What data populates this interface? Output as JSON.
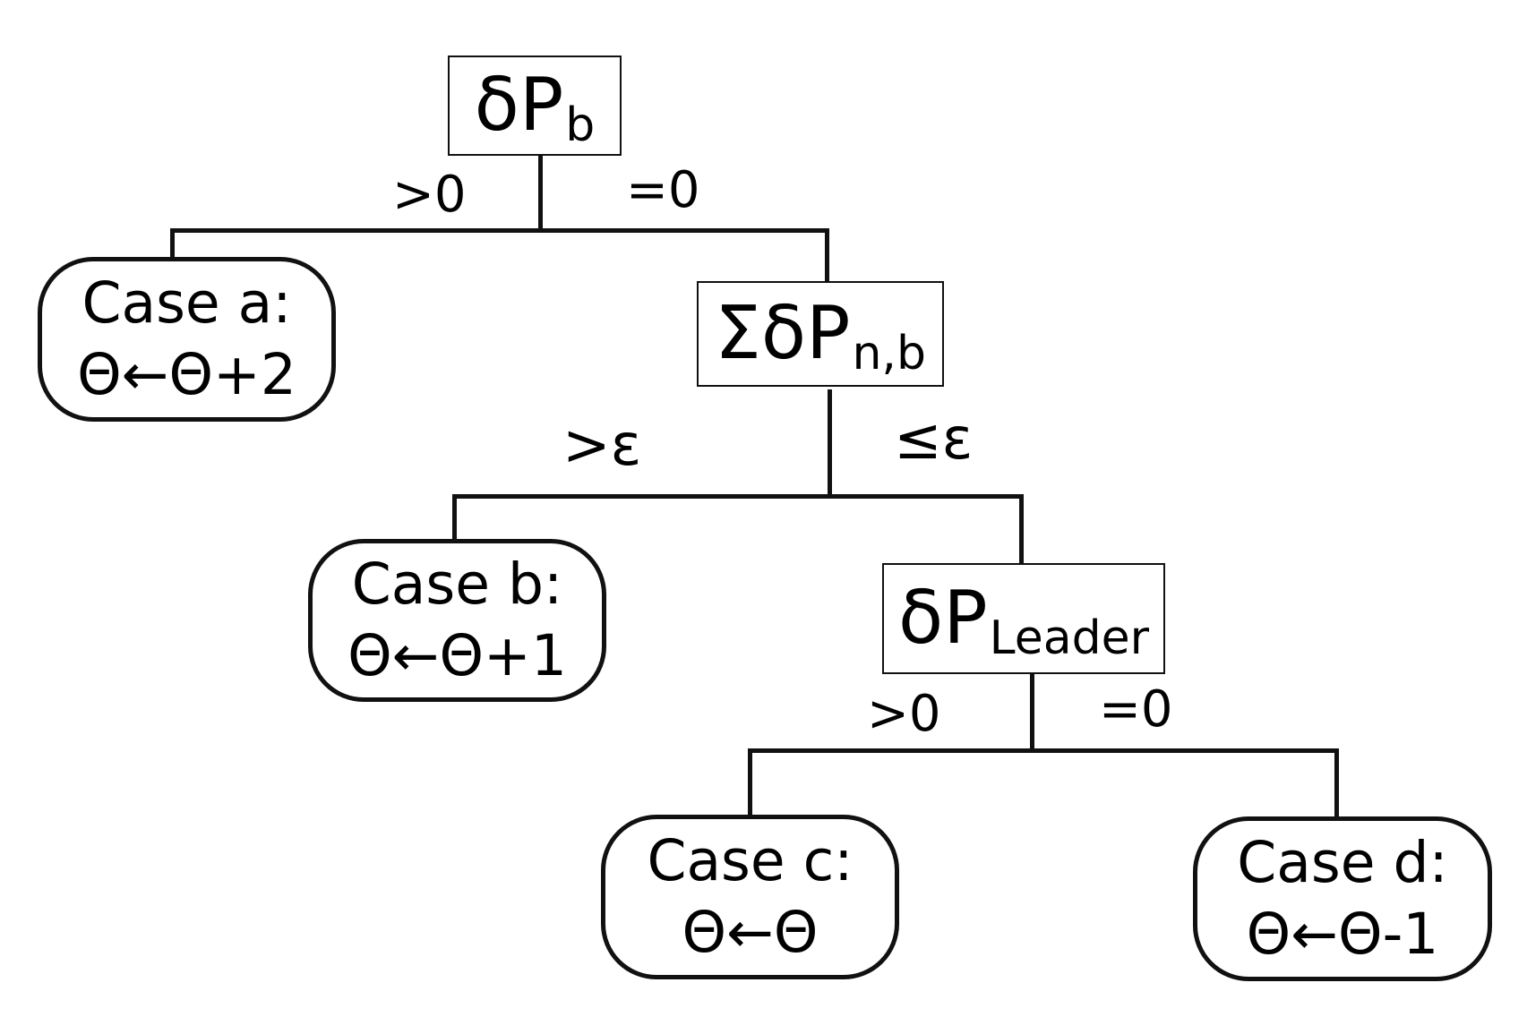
{
  "nodes": {
    "root": {
      "main": "δP",
      "sub": "b"
    },
    "sum": {
      "main": "ΣδP",
      "sub": "n,b"
    },
    "leader": {
      "main": "δP",
      "sub": "Leader"
    }
  },
  "edges": {
    "root_left": ">0",
    "root_right": "=0",
    "sum_left": ">ε",
    "sum_right": "≤ε",
    "leader_left": ">0",
    "leader_right": "=0"
  },
  "cases": {
    "a": {
      "title": "Case a:",
      "rule": "Θ←Θ+2"
    },
    "b": {
      "title": "Case b:",
      "rule": "Θ←Θ+1"
    },
    "c": {
      "title": "Case c:",
      "rule": "Θ←Θ"
    },
    "d": {
      "title": "Case d:",
      "rule": "Θ←Θ-1"
    }
  }
}
